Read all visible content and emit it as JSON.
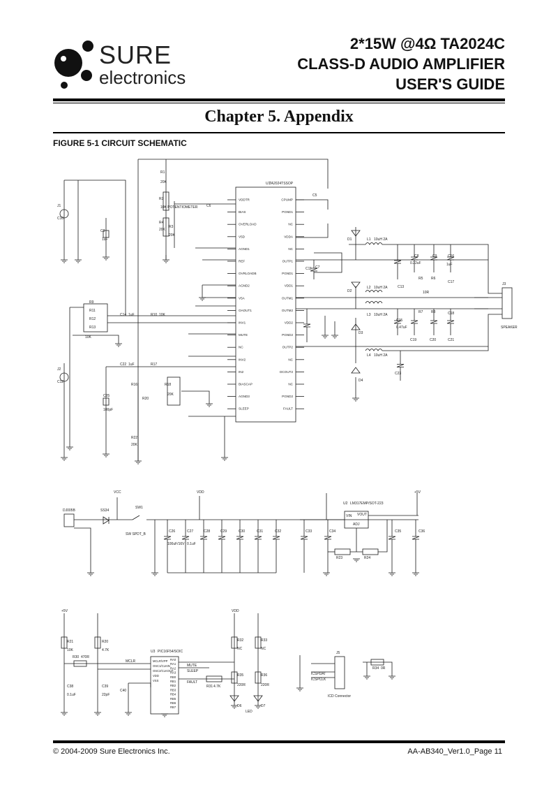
{
  "header": {
    "logo_text_1": "SURE",
    "logo_text_2": "electronics",
    "title_line_1": "2*15W @4Ω TA2024C",
    "title_line_2": "CLASS-D AUDIO AMPLIFIER",
    "title_line_3": "USER'S GUIDE"
  },
  "chapter_title": "Chapter 5. Appendix",
  "figure_caption": "FIGURE 5-1 CIRCUIT SCHEMATIC",
  "schematic": {
    "amp_ic_ref": "U1",
    "amp_ic_part": "TA2024TSSOP",
    "amp_left_pins": [
      "VDDTR",
      "BIAS",
      "OVERLOAD",
      "V5D",
      "AGND1",
      "REF",
      "OVRLOADB",
      "AGND2",
      "V5A",
      "OAOUT1",
      "INV1",
      "MUTE",
      "NC",
      "INV2",
      "IN2",
      "BIASCAP",
      "AGND3",
      "SLEEP"
    ],
    "amp_right_pins": [
      "CPUMP",
      "PGND1",
      "NC",
      "VDDA",
      "NC",
      "OUTP1",
      "PGND1",
      "VDD1",
      "OUTM1",
      "OUTM2",
      "VDD2",
      "PGND2",
      "OUTP2",
      "NC",
      "DCOUT2",
      "NC",
      "PGND2",
      "FAULT"
    ],
    "left_comp_labels": [
      "R1",
      "20K",
      "R2",
      "10K POTENTIOMETER",
      "R4",
      "20K",
      "R3",
      "20K",
      "C3",
      "1uF",
      "R9",
      "R11",
      "R12",
      "R13",
      "10K",
      "C14",
      "1uF",
      "R10",
      "10K",
      "C22",
      "1uF",
      "C25",
      "100pF",
      "R17",
      "R16",
      "R20",
      "R22",
      "20K",
      "J1",
      "C10",
      "J2",
      "C12",
      "R18",
      "20K"
    ],
    "output_labels": [
      "L1",
      "10uH 2A",
      "L2",
      "10uH 2A",
      "L3",
      "10uH 2A",
      "L4",
      "10uH 2A",
      "D1",
      "D2",
      "D3",
      "D4",
      "C5",
      "C6",
      "C7",
      "C8",
      "C9",
      "C11",
      "C13",
      "C15",
      "C16",
      "C17",
      "C18",
      "C19",
      "C20",
      "C21",
      "C23",
      "0.22uF",
      "0.47uF",
      "1uF",
      "R5",
      "R6",
      "R7",
      "R8",
      "10R",
      "J3",
      "SPEAKER"
    ],
    "power_labels": [
      "DJ005B",
      "SS34",
      "SW1",
      "SW SPDT_B",
      "VCC",
      "VDD",
      "C26",
      "C27",
      "C28",
      "C29",
      "C30",
      "C31",
      "C32",
      "C33",
      "C34",
      "C35",
      "C36",
      "100uF/16V",
      "0.1uF",
      "U2",
      "LM317EMP/SOT-223",
      "VIN",
      "VOUT",
      "ADJ",
      "R23",
      "R24",
      "+5V"
    ],
    "mcu_labels": [
      "+5V",
      "VDD",
      "R21",
      "10K",
      "R20",
      "4.7K",
      "R30",
      "470R",
      "MCLR",
      "C38",
      "0.1uF",
      "C39",
      "22pF",
      "C40",
      "U3",
      "PIC16F54/SOIC",
      "MCLR/VPP",
      "OSC1/CLKIN",
      "OSC2/CLKOUT",
      "VDD",
      "VSS",
      "RA0",
      "RA1",
      "RA2",
      "RA3",
      "RB0",
      "RB1",
      "RB2",
      "RB3",
      "RB4",
      "RB5",
      "RB6",
      "RB7",
      "MUTE",
      "SLEEP",
      "FAULT",
      "R31",
      "4.7K",
      "R32",
      "NC",
      "R33",
      "NC",
      "R35",
      "220R",
      "R36",
      "220R",
      "D6",
      "D7",
      "LED",
      "ICSPDAT",
      "ICSPCLK",
      "J5",
      "ICD Connector",
      "R34",
      "0R"
    ]
  },
  "footer": {
    "copyright": "© 2004-2009 Sure Electronics Inc.",
    "page_ref": "AA-AB340_Ver1.0_Page 11"
  }
}
